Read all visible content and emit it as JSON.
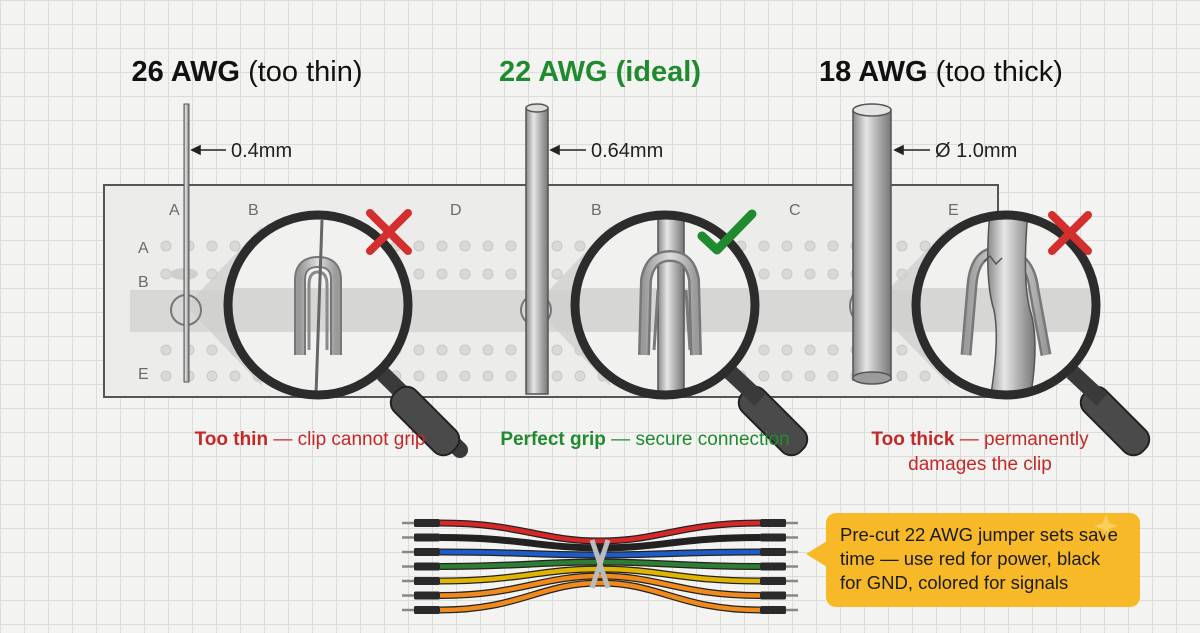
{
  "titles": {
    "thin": {
      "gauge": "26 AWG",
      "note": "(too thin)"
    },
    "ideal": {
      "gauge": "22 AWG",
      "note": "(ideal)"
    },
    "thick": {
      "gauge": "18 AWG",
      "note": "(too thick)"
    }
  },
  "dimensions": {
    "thin": "0.4mm",
    "ideal": "0.64mm",
    "thick": "Ø 1.0mm"
  },
  "board_labels": {
    "thin_cols": [
      "A",
      "B",
      "D"
    ],
    "thin_rows": [
      "A",
      "B",
      "E"
    ],
    "ideal_cols": [
      "B"
    ],
    "thick_cols": [
      "C",
      "E"
    ]
  },
  "captions": {
    "thin": {
      "strong": "Too thin",
      "rest": " — clip cannot grip"
    },
    "ideal": {
      "strong": "Perfect grip",
      "rest": " — secure connection"
    },
    "thick": {
      "strong": "Too thick",
      "rest": " — permanently damages the clip"
    }
  },
  "tip": "Pre-cut 22 AWG jumper sets save time — use red for power, black for GND, colored for signals",
  "colors": {
    "good": "#1f8a2e",
    "bad": "#c62828",
    "tip_bg": "#f7b928",
    "jumpers": [
      "#d62828",
      "#222222",
      "#2e7d32",
      "#1e5bc6",
      "#e0b400",
      "#f08a1c"
    ]
  },
  "icons": [
    "x-mark-icon",
    "check-mark-icon",
    "magnifier-icon",
    "sparkle-icon"
  ]
}
